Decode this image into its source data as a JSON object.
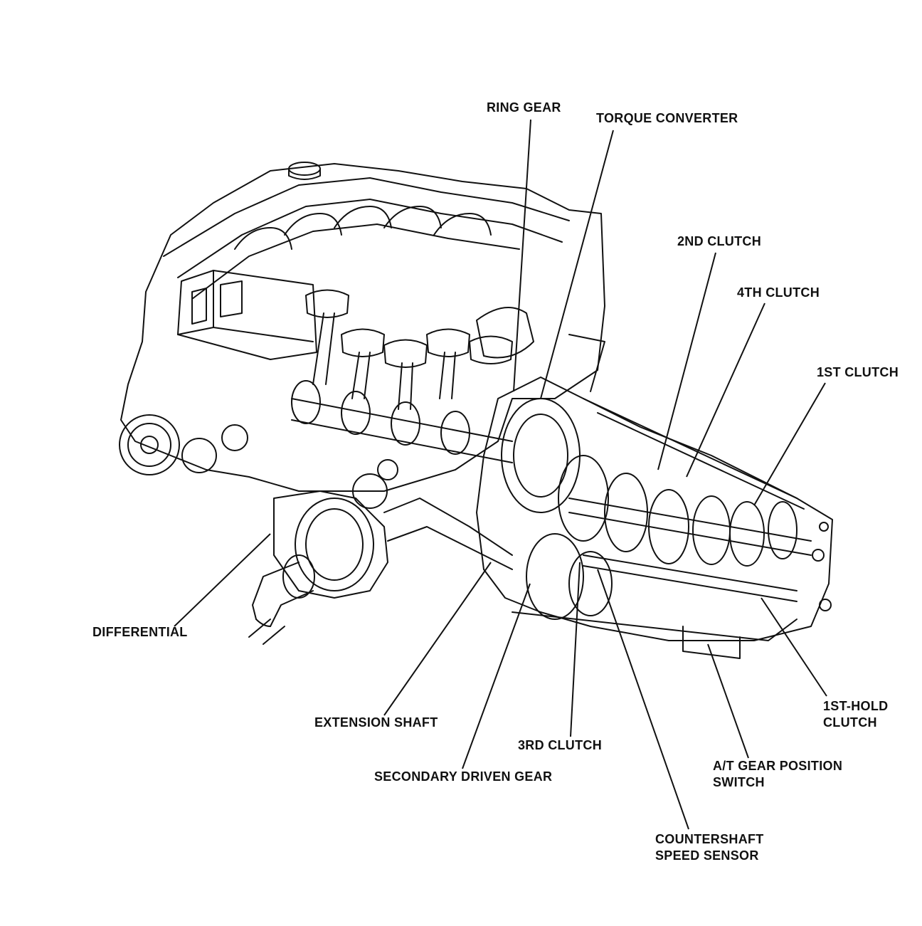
{
  "labels": {
    "ring_gear": "RING GEAR",
    "torque_converter": "TORQUE CONVERTER",
    "second_clutch": "2ND CLUTCH",
    "fourth_clutch": "4TH CLUTCH",
    "first_clutch": "1ST CLUTCH",
    "differential": "DIFFERENTIAL",
    "extension_shaft": "EXTENSION SHAFT",
    "third_clutch": "3RD CLUTCH",
    "secondary_driven_gear": "SECONDARY DRIVEN GEAR",
    "first_hold_clutch_line1": "1ST-HOLD",
    "first_hold_clutch_line2": "CLUTCH",
    "gear_position_switch_line1": "A/T GEAR POSITION",
    "gear_position_switch_line2": "SWITCH",
    "countershaft_sensor_line1": "COUNTERSHAFT",
    "countershaft_sensor_line2": "SPEED SENSOR"
  },
  "colors": {
    "ink": "#111111",
    "paper": "#ffffff"
  }
}
